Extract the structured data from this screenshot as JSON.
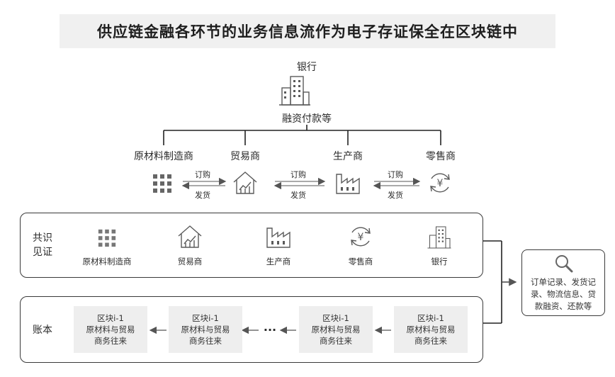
{
  "title": "供应链金融各环节的业务信息流作为电子存证保全在区块链中",
  "top": {
    "bank_label": "银行",
    "payment_label": "融资付款等",
    "parties": [
      "原材料制造商",
      "贸易商",
      "生产商",
      "零售商"
    ],
    "arrow_top": "订购",
    "arrow_bottom": "发货"
  },
  "consensus": {
    "side_label": "共识\n见证",
    "parties": [
      "原材料制造商",
      "贸易商",
      "生产商",
      "零售商",
      "银行"
    ]
  },
  "ledger": {
    "side_label": "账本",
    "ellipsis": "···",
    "blocks": [
      {
        "name": "区块i-1",
        "line1": "原材料与贸易",
        "line2": "商务往来"
      },
      {
        "name": "区块i-1",
        "line1": "原材料与贸易",
        "line2": "商务往来"
      },
      {
        "name": "区块i-1",
        "line1": "原材料与贸易",
        "line2": "商务往来"
      },
      {
        "name": "区块i-1",
        "line1": "原材料与贸易",
        "line2": "商务往来"
      }
    ]
  },
  "result": {
    "lines": [
      "订单记录、发货记",
      "录、物流信息、贷",
      "款融资、还款等"
    ]
  },
  "icons": [
    "bank-icon",
    "grid-icon",
    "house-chart-icon",
    "factory-icon",
    "yen-cycle-icon",
    "search-icon"
  ]
}
